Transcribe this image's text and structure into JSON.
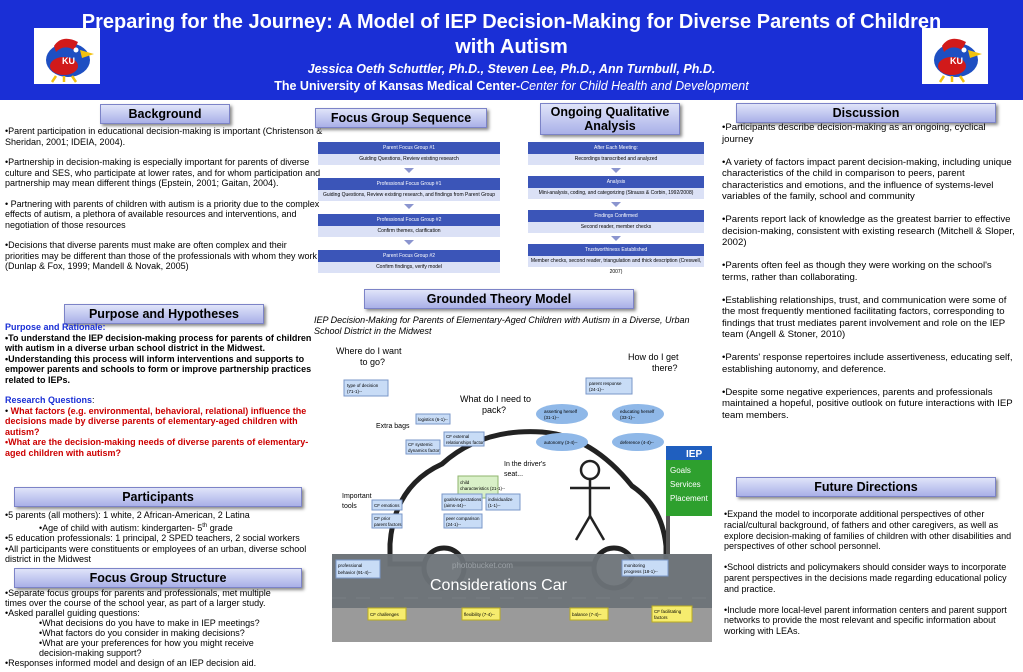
{
  "header": {
    "title": "Preparing for the Journey: A Model of IEP Decision-Making for Diverse Parents of Children with Autism",
    "authors": "Jessica Oeth Schuttler, Ph.D., Steven Lee, Ph.D., Ann Turnbull, Ph.D.",
    "affiliation": "The University of Kansas Medical Center-",
    "affiliation_sub": "Center for Child Health and Development",
    "logo_text": "KU"
  },
  "background": {
    "heading": "Background",
    "paragraphs": [
      "•Parent participation in educational decision-making is important (Christenson & Sheridan, 2001; IDEIA, 2004).",
      "•Partnership in decision-making is especially important for parents of diverse culture and SES, who participate at lower rates, and for whom participation and partnership may mean different things (Epstein, 2001; Gaitan, 2004).",
      "• Partnering with parents of children with autism is a priority due to the complex effects of autism, a plethora of available resources and interventions, and negotiation of those resources",
      "•Decisions that diverse parents must make are often complex and their priorities may be different than those of the professionals with whom they work (Dunlap & Fox, 1999; Mandell & Novak, 2005)"
    ]
  },
  "purpose": {
    "heading": "Purpose and Hypotheses",
    "rationale_label": "Purpose and Rationale:",
    "rationale": [
      "•To understand the IEP decision-making process for parents of children with autism in a diverse urban school district in the Midwest.",
      "•Understanding this process will inform interventions and supports to empower parents and schools to form or improve partnership practices related to IEPs."
    ],
    "questions_label": "Research Questions",
    "questions_colon": ":",
    "q1_bullet": "• ",
    "q1": "What factors (e.g. environmental, behavioral, relational) influence the decisions made by diverse parents of elementary-aged children with autism?",
    "q2": "•What are the decision-making needs of diverse parents of elementary-aged children with autism?"
  },
  "participants": {
    "heading": "Participants",
    "line1": "•5 parents (all mothers): 1 white, 2 African-American, 2 Latina",
    "line2_pre": "•Age of child with autism: kindergarten- 5",
    "line2_sup": "th",
    "line2_post": " grade",
    "line3": "•5 education professionals: 1 principal, 2 SPED teachers, 2 social workers",
    "line4": "•All participants were constituents or employees of an urban, diverse school district  in the Midwest"
  },
  "structure": {
    "heading": "Focus Group Structure",
    "line1": "•Separate focus groups for parents and professionals, met multiple times over the course of the school year, as part of a larger study.",
    "line2": "•Asked parallel guiding questions:",
    "sub": [
      "•What decisions do you have to make in IEP meetings?",
      "•What factors do you consider in making decisions?",
      "•What are your preferences for how you might receive decision-making support?"
    ],
    "line3": "•Responses informed model and design of an IEP decision aid."
  },
  "sequence": {
    "heading": "Focus Group Sequence",
    "boxes": [
      {
        "title": "Parent Focus Group #1",
        "sub": "Guiding Questions, Review existing research"
      },
      {
        "title": "Professional Focus Group #1",
        "sub": "Guiding Questions, Review existing research, and findings from Parent Group"
      },
      {
        "title": "Professional Focus Group #2",
        "sub": "Confirm themes, clarification"
      },
      {
        "title": "Parent Focus Group #2",
        "sub": "Confirm findings, verify model"
      }
    ]
  },
  "qualitative": {
    "heading": "Ongoing Qualitative Analysis",
    "boxes": [
      {
        "title": "After Each Meeting:",
        "sub": "Recordings transcribed and analyzed"
      },
      {
        "title": "Analysis",
        "sub": "Mini-analysis, coding, and categorizing (Strauss & Corbin, 1992/2008)"
      },
      {
        "title": "Findings Confirmed",
        "sub": "Second reader, member checks"
      },
      {
        "title": "Trustworthiness Established",
        "sub": "Member checks, second reader, triangulation and thick description (Creswell, 2007)"
      }
    ]
  },
  "grounded": {
    "heading": "Grounded Theory Model",
    "caption": "IEP Decision-Making for Parents of Elementary-Aged Children with Autism  in a Diverse, Urban School District in the Midwest",
    "model": {
      "q_where": [
        "Where do I want",
        "to go?"
      ],
      "q_how": [
        "How do I get",
        "there?"
      ],
      "q_what": [
        "What do I need to",
        "pack?"
      ],
      "extra_bags": "Extra bags",
      "drivers_seat": [
        "In the driver's",
        "seat..."
      ],
      "important_tools": [
        "Important",
        "tools"
      ],
      "type_decision": [
        "type of decision",
        "(71-1)--"
      ],
      "parent_response": [
        "parent response",
        "(24-1)--"
      ],
      "asserting": [
        "asserting herself",
        "(31-1)--"
      ],
      "educating": [
        "educating herself",
        "(33-1)--"
      ],
      "autonomy": "autonomy (3-4)--",
      "deference": "deference (4-4)--",
      "logistics": "logistics (6-1)--",
      "cf_external": [
        "CF external",
        "relationships factor"
      ],
      "cf_systemic": [
        "CF systemic",
        "dynamics factor"
      ],
      "child_char": [
        "child",
        "characteristics (21-1)--"
      ],
      "cf_emotions": "CF emotions",
      "goals_expect": [
        "goals/expectations",
        "(aims-44)--"
      ],
      "individual": [
        "individualize",
        "(1-1)--"
      ],
      "cf_prior": [
        "CF prior",
        "parent factors"
      ],
      "peer": [
        "peer comparison",
        "(24-1)--"
      ],
      "iep_label": "IEP",
      "iep_sign": [
        "Goals",
        "Services",
        "Placement"
      ],
      "considerations_car": "Considerations Car",
      "watermark": "photobucket.com",
      "professional_behavior": [
        "professional",
        "behavior (91-4)--"
      ],
      "monitoring": [
        "monitoring",
        "progress (18-1)--"
      ],
      "cf_challenges": "CF challenges",
      "flexibility": "flexibility (7-4)--",
      "balance": "balance (7-4)--",
      "cf_facilitating": [
        "CF facilitating",
        "factors"
      ]
    }
  },
  "discussion": {
    "heading": "Discussion",
    "paragraphs": [
      "•Participants describe decision-making as an ongoing, cyclical journey",
      "•A variety of factors impact parent decision-making, including unique characteristics of the child in comparison to peers, parent characteristics and emotions, and the influence of systems-level variables of the family, school and community",
      "•Parents report lack of knowledge as the greatest barrier to effective decision-making, consistent with existing research (Mitchell & Sloper, 2002)",
      "•Parents often feel as though they were working on the school's terms, rather than collaborating.",
      "•Establishing relationships, trust, and communication were some of the most frequently mentioned facilitating factors, corresponding to findings that trust mediates parent involvement and role on the IEP team (Angell & Stoner, 2010)",
      "•Parents' response repertoires include assertiveness, educating self, establishing autonomy, and deference.",
      "•Despite some negative experiences, parents and professionals maintained a hopeful, positive outlook on future interactions  with IEP team members."
    ]
  },
  "future": {
    "heading": "Future Directions",
    "paragraphs": [
      "•Expand the model to incorporate additional perspectives of other racial/cultural background, of fathers and other caregivers, as well as explore decision-making of families of children with other disabilities and perspectives of other school personnel.",
      "•School  districts and policymakers should consider ways to incorporate parent perspectives in the decisions made regarding educational policy and practice.",
      "•Include more local-level parent information centers and parent support networks to provide the most relevant and specific information about working with LEAs."
    ]
  },
  "colors": {
    "header_bg": "#1a2fd6",
    "section_header": "#a9b0e8",
    "flow_box": "#3b55b8",
    "iep_sign": "#2ea02e",
    "red_text": "#cc0000"
  }
}
